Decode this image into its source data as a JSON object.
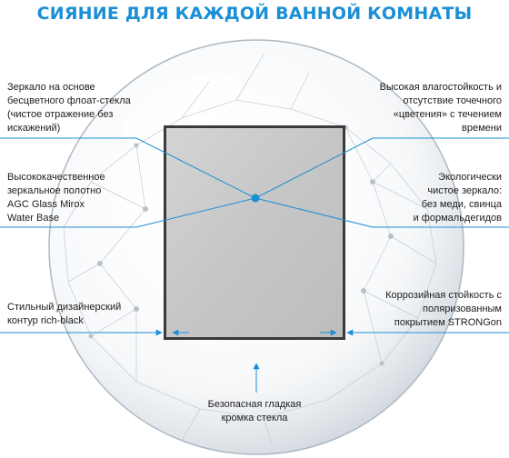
{
  "headline": "СИЯНИЕ ДЛЯ КАЖДОЙ ВАННОЙ КОМНАТЫ",
  "colors": {
    "accent": "#1a8fd6",
    "frame": "#3a3a3a",
    "glass": "#c9c9c9"
  },
  "callouts": {
    "float_glass": [
      "Зеркало на основе",
      "бесцветного флоат-стекла",
      "(чистое отражение без",
      "искажений)"
    ],
    "agc": [
      "Высококачественное",
      "зеркальное полотно",
      "AGC Glass Mirox",
      "Water Base"
    ],
    "contour": [
      "Стильный дизайнерский",
      "контур rich-black"
    ],
    "moisture": [
      "Высокая влагостойкость и",
      "отсутствие точечного",
      "«цветения» с течением",
      "времени"
    ],
    "eco": [
      "Экологически",
      "чистое зеркало:",
      "без меди, свинца",
      "и формальдегидов"
    ],
    "corrosion": [
      "Коррозийная стойкость с",
      "поляризованным",
      "покрытием STRONGon"
    ],
    "edge": [
      "Безопасная гладкая",
      "кромка стекла"
    ]
  }
}
